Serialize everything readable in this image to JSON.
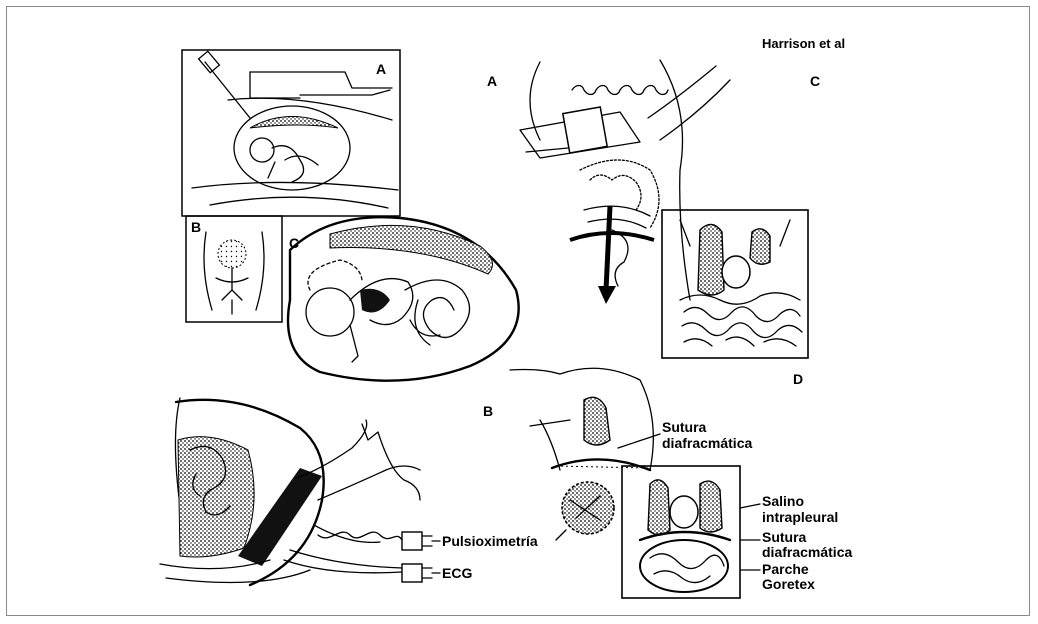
{
  "figure": {
    "credit": "Harrison et al",
    "panels_left": {
      "a": "A",
      "b": "B",
      "c": "C"
    },
    "panels_right": {
      "a": "A",
      "b": "B",
      "c": "C",
      "d": "D"
    },
    "annotations": {
      "sutura_line1": "Sutura",
      "sutura_line2": "diafracmática",
      "salino_line1": "Salino",
      "salino_line2": "intrapleural",
      "sutura2_line1": "Sutura",
      "sutura2_line2": "diafracmática",
      "parche_line1": "Parche",
      "parche_line2": "Goretex",
      "pulsioximetria": "Pulsioximetría",
      "ecg": "ECG"
    }
  }
}
